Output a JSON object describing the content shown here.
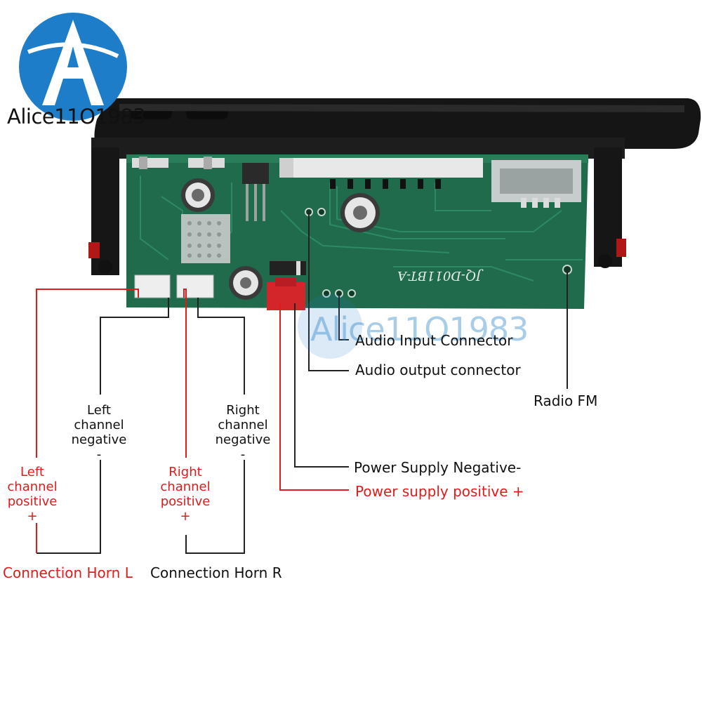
{
  "brand": {
    "logo_text": "Alice11O1983",
    "watermark_text": "Alice11O1983"
  },
  "board": {
    "model_text": "JQ-D011BT-A"
  },
  "labels": {
    "audio_input": "Audio Input Connector",
    "audio_output": "Audio output connector",
    "radio_fm": "Radio FM",
    "power_negative": "Power Supply Negative-",
    "power_positive": "Power supply positive +",
    "left_negative": [
      "Left",
      "channel",
      "negative",
      "-"
    ],
    "right_negative": [
      "Right",
      "channel",
      "negative",
      "-"
    ],
    "left_positive": [
      "Left",
      "channel",
      "positive",
      "+"
    ],
    "right_positive": [
      "Right",
      "channel",
      "positive",
      "+"
    ],
    "horn_l": "Connection Horn L",
    "horn_r": "Connection Horn R"
  },
  "colors": {
    "pcb_green": "#1f6b4c",
    "case_black": "#141414",
    "accent_red": "#e01b1b",
    "logo_blue": "#1e7dc8",
    "leader_black": "#222222"
  }
}
